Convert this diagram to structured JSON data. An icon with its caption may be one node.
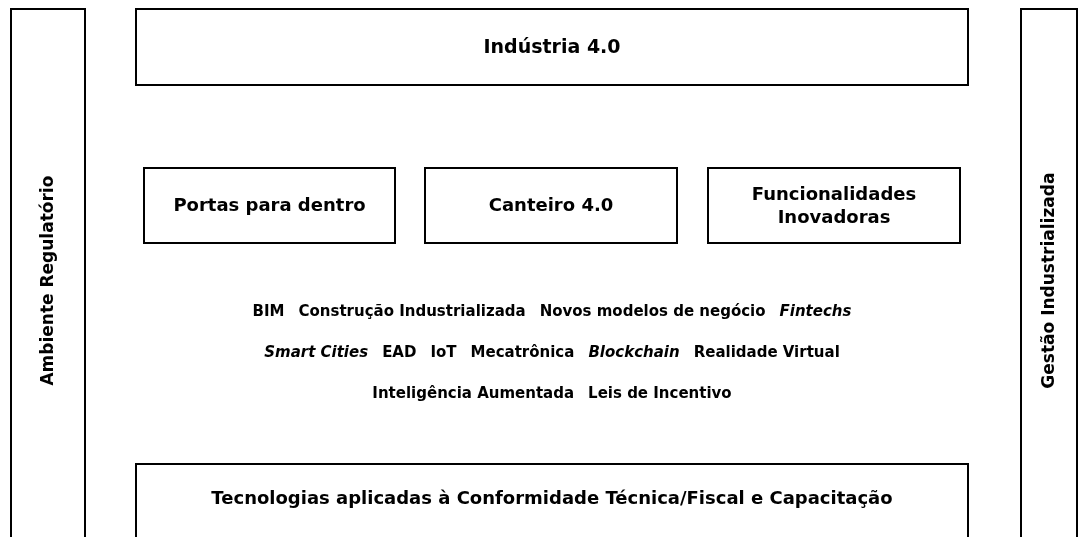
{
  "diagram": {
    "nodes": [
      {
        "text": [
          "Ambiente Regulatório"
        ]
      },
      {
        "text": [
          "Indústria 4.0"
        ]
      },
      {
        "text": [
          "Portas para dentro"
        ]
      },
      {
        "text": [
          "Canteiro 4.0"
        ]
      },
      {
        "text": [
          "Funcionalidades Inovadoras"
        ]
      },
      {
        "text": [
          "Tecnologias aplicadas à Conformidade Técnica/Fiscal e Capacitação"
        ]
      },
      {
        "text": [
          "Gestão Industrializada"
        ]
      }
    ],
    "labels": [
      "BIM",
      "Construção Industrializada",
      "Novos modelos de negócio",
      "Fintechs",
      "Smart Cities",
      "EAD",
      "IoT",
      "Mecatrônica",
      "Blockchain",
      "Realidade Virtual",
      "Inteligência Aumentada",
      "Leis de Incentivo"
    ]
  }
}
